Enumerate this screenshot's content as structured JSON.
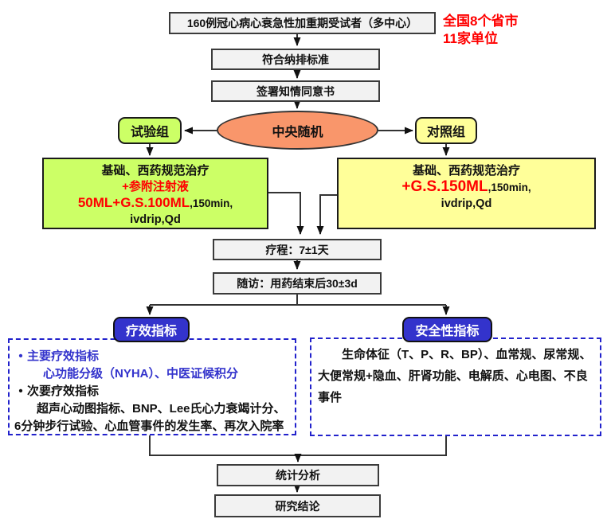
{
  "colors": {
    "node_fill": "#F2F2F2",
    "node_border": "#3B3B3B",
    "trial_green": "#CCFF66",
    "control_yellow": "#FFFF99",
    "random_orange": "#F9966B",
    "header_blue": "#3333CC",
    "dashed_blue": "#2222CC",
    "highlight_red": "#FF0000"
  },
  "annotation": {
    "line1": "全国8个省市",
    "line2": "11家单位"
  },
  "flow": {
    "subjects": "160例冠心病心衰急性加重期受试者（多中心）",
    "criteria": "符合纳排标准",
    "consent": "签署知情同意书",
    "randomization": "中央随机",
    "trial_group": "试验组",
    "control_group": "对照组",
    "course": "疗程：7±1天",
    "followup": "随访：用药结束后30±3d",
    "statistics": "统计分析",
    "conclusion": "研究结论"
  },
  "trial_treatment": {
    "line1": "基础、西药规范治疗",
    "line2_red": "+参附注射液",
    "line3_red": "50ML+G.S.100ML",
    "line3_rest": ",150min,",
    "line4": "ivdrip,Qd"
  },
  "control_treatment": {
    "line1": "基础、西药规范治疗",
    "line2_red": "+G.S.150ML",
    "line2_rest": ",150min,",
    "line3": "ivdrip,Qd"
  },
  "efficacy": {
    "header": "疗效指标",
    "bullet": "•",
    "primary_label": "主要疗效指标",
    "primary_detail": "心功能分级（NYHA）、中医证候积分",
    "secondary_label": "次要疗效指标",
    "secondary_detail_line1": "超声心动图指标、BNP、Lee氏心力衰竭计分、",
    "secondary_detail_line2": "6分钟步行试验、心血管事件的发生率、再次入院率"
  },
  "safety": {
    "header": "安全性指标",
    "content": "生命体征（T、P、R、BP）、血常规、尿常规、大便常规+隐血、肝肾功能、电解质、心电图、不良事件"
  }
}
